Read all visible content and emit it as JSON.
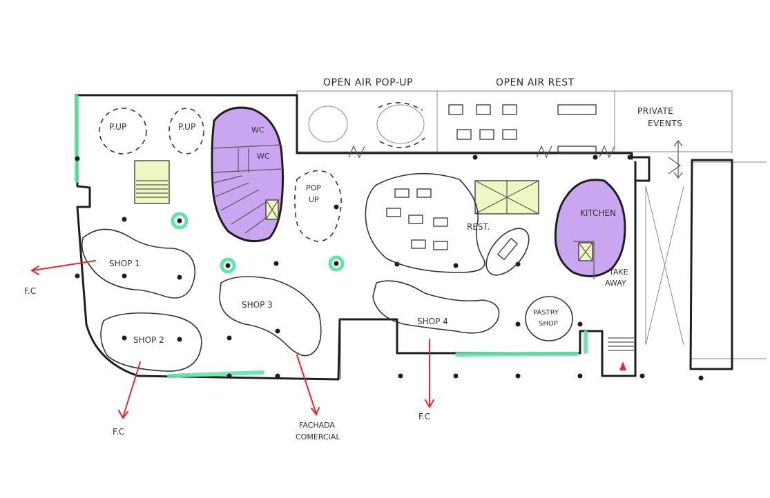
{
  "labels": {
    "open_air_popup": "OPEN AIR POP-UP",
    "open_air_rest": "OPEN AIR REST",
    "private_events_1": "PRIVATE",
    "private_events_2": "EVENTS",
    "pup_1": "P.UP",
    "pup_2": "P.UP",
    "wc_1": "WC",
    "wc_2": "WC",
    "popup_1": "POP",
    "popup_2": "UP",
    "rest": "REST.",
    "kitchen": "KITCHEN",
    "take_away_1": "TAKE",
    "take_away_2": "AWAY",
    "shop1": "SHOP 1",
    "shop2": "SHOP 2",
    "shop3": "SHOP 3",
    "shop4": "SHOP 4",
    "pastry_1": "PASTRY",
    "pastry_2": "SHOP",
    "fc_left": "F.C",
    "fc_bottom_left": "F.C",
    "fc_bottom_mid": "F.C",
    "fachada_1": "FACHADA",
    "fachada_2": "COMERCIAL"
  },
  "colors": {
    "wall": "#1e1e1e",
    "wc_fill": "#c9a6ef",
    "kitchen_fill": "#c9a6ef",
    "stair_fill": "#eef7c2",
    "green_accent": "#5fe6a6",
    "arrow_red": "#e8262a",
    "entrance_red": "#e8262a"
  }
}
